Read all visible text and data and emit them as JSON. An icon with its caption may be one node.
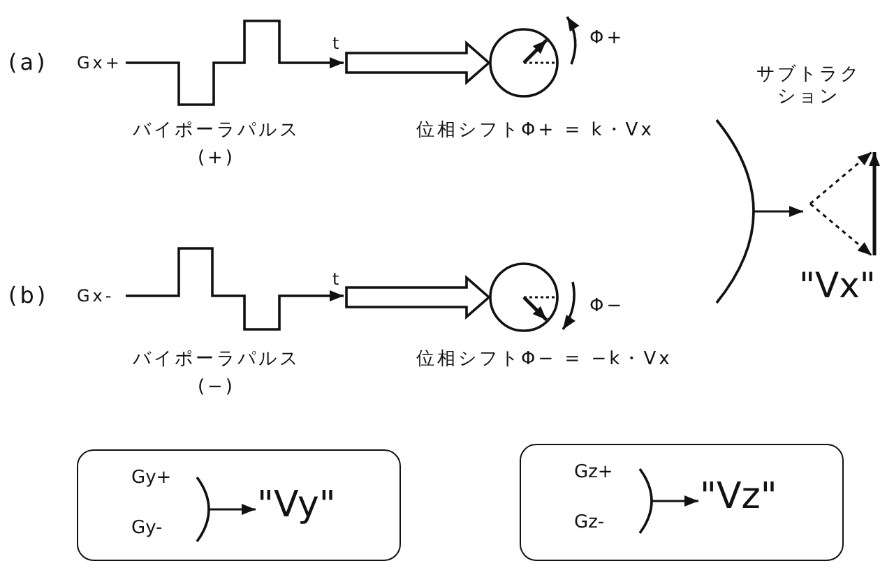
{
  "diagram": {
    "nodes": [
      {
        "text": [],
        "shape": "picture",
        "beside": [
          "Gx+",
          "バイポーラパルス(+)"
        ]
      },
      {
        "text": [],
        "shape": "circle",
        "beside": [
          "Φ+",
          "位相シフトΦ+ = k・Vx"
        ]
      },
      {
        "text": [],
        "shape": "picture",
        "beside": [
          "Gx-",
          "バイポーラパルス(−)"
        ]
      },
      {
        "text": [],
        "shape": "circle",
        "beside": [
          "Φ−",
          "位相シフトΦ− = −k・Vx"
        ]
      },
      {
        "text": [],
        "shape": "bracket"
      },
      {
        "text": [],
        "shape": "picture",
        "beside": [
          "\"Vx\""
        ]
      },
      {
        "text": [
          "Gy+",
          "Gy-"
        ]
      },
      {
        "text": [],
        "shape": "bracket",
        "in": 6
      },
      {
        "text": [
          "\"Vy\""
        ],
        "in": 6
      },
      {
        "text": [
          "Gz+",
          "Gz-"
        ]
      },
      {
        "text": [],
        "shape": "bracket",
        "in": 9
      },
      {
        "text": [
          "\"Vz\""
        ],
        "in": 9
      }
    ],
    "edges": [
      {
        "from": 0,
        "to": 1,
        "arrow": "to",
        "style": "thick"
      },
      {
        "from": 2,
        "to": 3,
        "arrow": "to",
        "style": "thick"
      },
      {
        "from": 4,
        "to": 5,
        "arrow": "to"
      },
      {
        "from": 7,
        "to": 8,
        "arrow": "to"
      },
      {
        "from": 10,
        "to": 11,
        "arrow": "to"
      }
    ],
    "labels": [
      "(a)",
      "t",
      "サブトラクション",
      "(b)",
      "t"
    ]
  }
}
